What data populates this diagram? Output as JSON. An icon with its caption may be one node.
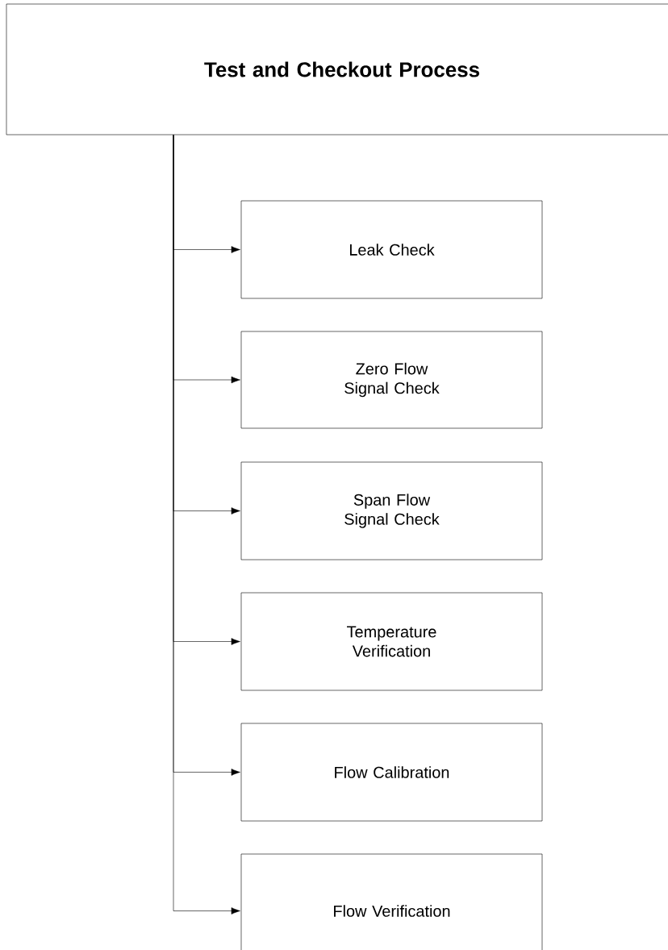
{
  "diagram": {
    "nodes": [
      {
        "text": [
          "Test and Checkout Process"
        ]
      },
      {
        "text": [
          "Leak Check"
        ]
      },
      {
        "text": [
          "Zero Flow Signal Check"
        ]
      },
      {
        "text": [
          "Span Flow Signal Check"
        ]
      },
      {
        "text": [
          "Temperature Verification"
        ]
      },
      {
        "text": [
          "Flow Calibration"
        ]
      },
      {
        "text": [
          "Flow Verification"
        ]
      }
    ],
    "edges": [
      {
        "from": 0,
        "to": 1,
        "arrow": "to"
      },
      {
        "from": 0,
        "to": 2,
        "arrow": "to"
      },
      {
        "from": 0,
        "to": 3,
        "arrow": "to"
      },
      {
        "from": 0,
        "to": 4,
        "arrow": "to"
      },
      {
        "from": 0,
        "to": 5,
        "arrow": "to"
      },
      {
        "from": 0,
        "to": 6,
        "arrow": "to"
      }
    ]
  }
}
